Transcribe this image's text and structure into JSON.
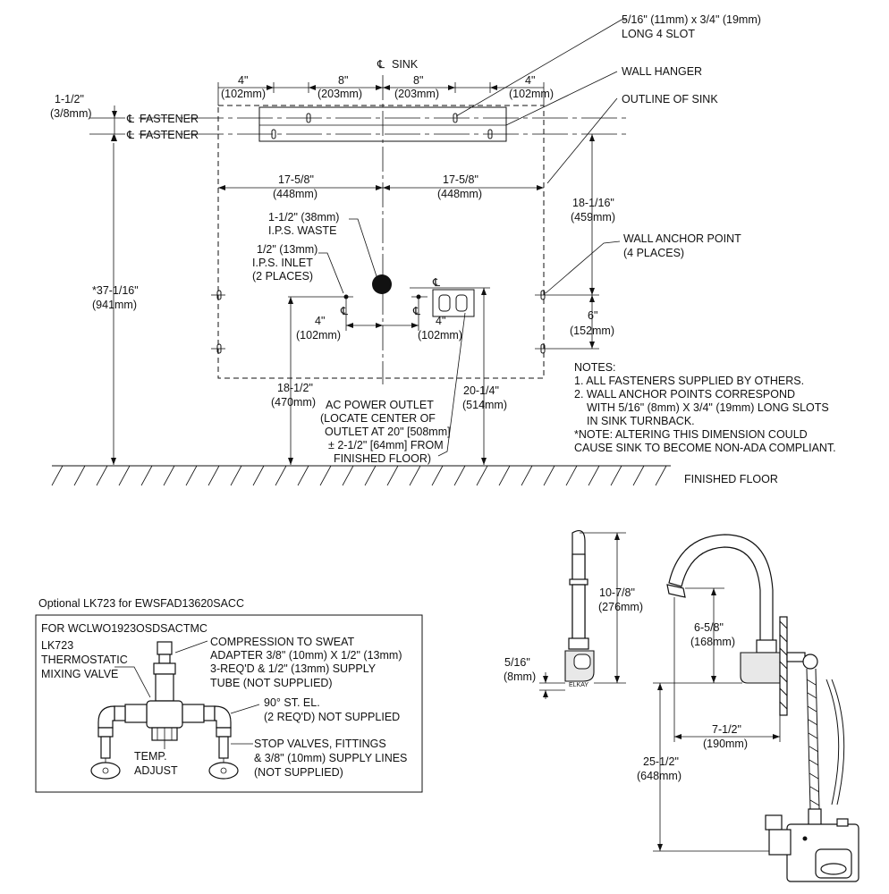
{
  "top": {
    "slot_note": [
      "5/16\" (11mm) x 3/4\" (19mm)",
      "LONG 4 SLOT"
    ],
    "wall_hanger": "WALL HANGER",
    "outline_of_sink": "OUTLINE OF SINK",
    "cl_sink": "SINK",
    "cl_symbol": "℄",
    "top_dims": [
      [
        "4\"",
        "(102mm)"
      ],
      [
        "8\"",
        "(203mm)"
      ],
      [
        "8\"",
        "(203mm)"
      ],
      [
        "4\"",
        "(102mm)"
      ]
    ],
    "fastener_offset": [
      "1-1/2\"",
      "(3/8mm)"
    ],
    "fastener_1": "FASTENER",
    "fastener_2": "FASTENER",
    "half_widths": [
      [
        "17-5/8\"",
        "(448mm)"
      ],
      [
        "17-5/8\"",
        "(448mm)"
      ]
    ],
    "waste": [
      "1-1/2\" (38mm)",
      "I.P.S. WASTE"
    ],
    "inlet": [
      "1/2\" (13mm)",
      "I.P.S. INLET",
      "(2 PLACES)"
    ],
    "inlet_spacing": [
      [
        "4\"",
        "(102mm)"
      ],
      [
        "4\"",
        "(102mm)"
      ]
    ],
    "overall_height": [
      "*37-1/16\"",
      "(941mm)"
    ],
    "inlet_height": [
      "18-1/2\"",
      "(470mm)"
    ],
    "outlet_height": [
      "20-1/4\"",
      "(514mm)"
    ],
    "ac_outlet": [
      "AC POWER OUTLET",
      "(LOCATE CENTER OF",
      "OUTLET AT 20\" [508mm]",
      "± 2-1/2\" [64mm] FROM",
      "FINISHED FLOOR)"
    ],
    "sink_depth": [
      "18-1/16\"",
      "(459mm)"
    ],
    "wall_anchor": [
      "WALL ANCHOR POINT",
      "(4 PLACES)"
    ],
    "anchor_spacing": [
      "6\"",
      "(152mm)"
    ],
    "notes": [
      "NOTES:",
      "1. ALL FASTENERS SUPPLIED BY OTHERS.",
      "2. WALL ANCHOR POINTS CORRESPOND",
      "WITH 5/16\" (8mm) X 3/4\" (19mm) LONG SLOTS",
      "IN SINK TURNBACK.",
      "*NOTE: ALTERING THIS DIMENSION COULD",
      "CAUSE SINK TO BECOME NON-ADA COMPLIANT."
    ],
    "finished_floor": "FINISHED FLOOR"
  },
  "valve": {
    "optional": "Optional LK723 for EWSFAD13620SACC",
    "for": "FOR  WCLWO1923OSDSACTMC",
    "valve_label": [
      "LK723",
      "THERMOSTATIC",
      "MIXING VALVE"
    ],
    "compression": [
      "COMPRESSION TO SWEAT",
      "ADAPTER 3/8\" (10mm) X 1/2\" (13mm)",
      "3-REQ'D & 1/2\" (13mm) SUPPLY",
      "TUBE (NOT SUPPLIED)"
    ],
    "elbow": [
      "90° ST. EL.",
      "(2 REQ'D) NOT SUPPLIED"
    ],
    "temp_adjust": [
      "TEMP.",
      "ADJUST"
    ],
    "stop_valves": [
      "STOP VALVES, FITTINGS",
      "& 3/8\" (10mm) SUPPLY LINES",
      "(NOT SUPPLIED)"
    ]
  },
  "faucet": {
    "front_height": [
      "10-7/8\"",
      "(276mm)"
    ],
    "spout_gap": [
      "5/16\"",
      "(8mm)"
    ],
    "brand": "ELKAY",
    "spout_drop": [
      "6-5/8\"",
      "(168mm)"
    ],
    "reach": [
      "7-1/2\"",
      "(190mm)"
    ],
    "overall": [
      "25-1/2\"",
      "(648mm)"
    ]
  }
}
